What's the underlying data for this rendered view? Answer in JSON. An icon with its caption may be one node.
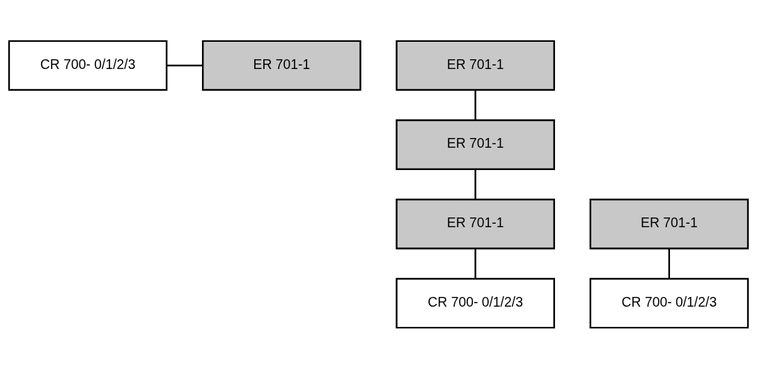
{
  "diagram": {
    "nodes": [
      {
        "text": [
          "CR 700- 0/1/2/3"
        ]
      },
      {
        "text": [
          "ER 701-1"
        ]
      },
      {
        "text": [
          "ER 701-1"
        ]
      },
      {
        "text": [
          "ER 701-1"
        ]
      },
      {
        "text": [
          "ER 701-1"
        ]
      },
      {
        "text": [
          "ER 701-1"
        ]
      },
      {
        "text": [
          "CR 700- 0/1/2/3"
        ]
      },
      {
        "text": [
          "CR 700- 0/1/2/3"
        ]
      }
    ],
    "edges": [
      {
        "from": 0,
        "to": 1,
        "arrow": "none"
      },
      {
        "from": 2,
        "to": 3,
        "arrow": "none"
      },
      {
        "from": 3,
        "to": 5,
        "arrow": "none"
      },
      {
        "from": 4,
        "to": 6,
        "arrow": "none"
      },
      {
        "from": 5,
        "to": 7,
        "arrow": "none"
      }
    ]
  }
}
